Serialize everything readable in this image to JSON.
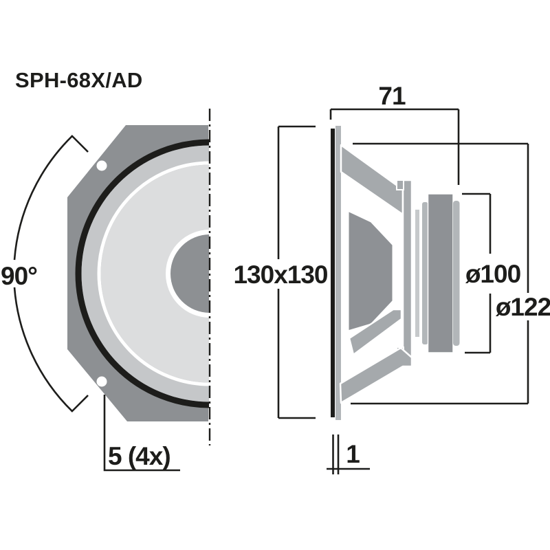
{
  "title": "SPH-68X/AD",
  "front_view": {
    "angle_label": "90°",
    "mounting_hole_label": "5 (4x)"
  },
  "side_view": {
    "depth_label": "71",
    "frame_size_label": "130x130",
    "magnet_diameter_label": "ø100",
    "cutout_diameter_label": "ø122",
    "gasket_thickness_label": "1"
  },
  "colors": {
    "ink": "#1d1d1b",
    "frame_gray": "#8d9093",
    "surround_gray": "#c5c7c9",
    "cone_light_gray": "#dcddde",
    "basket_gray": "#a5a9ac",
    "dark_gray": "#8e9195",
    "plate_gray": "#b2b6b9",
    "former_gray": "#c6c9cb",
    "background": "#ffffff"
  }
}
